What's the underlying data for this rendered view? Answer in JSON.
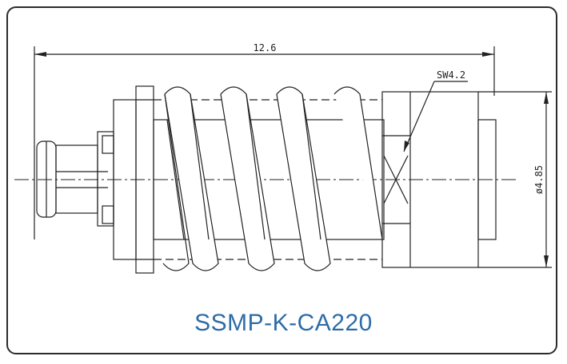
{
  "drawing": {
    "overall_length": "12.6",
    "wrench_flat": "SW4.2",
    "diameter": "ø4.85"
  },
  "caption": "SSMP-K-CA220",
  "colors": {
    "caption": "#2e6ca8",
    "line": "#222222",
    "frame": "#2b2b2b"
  }
}
